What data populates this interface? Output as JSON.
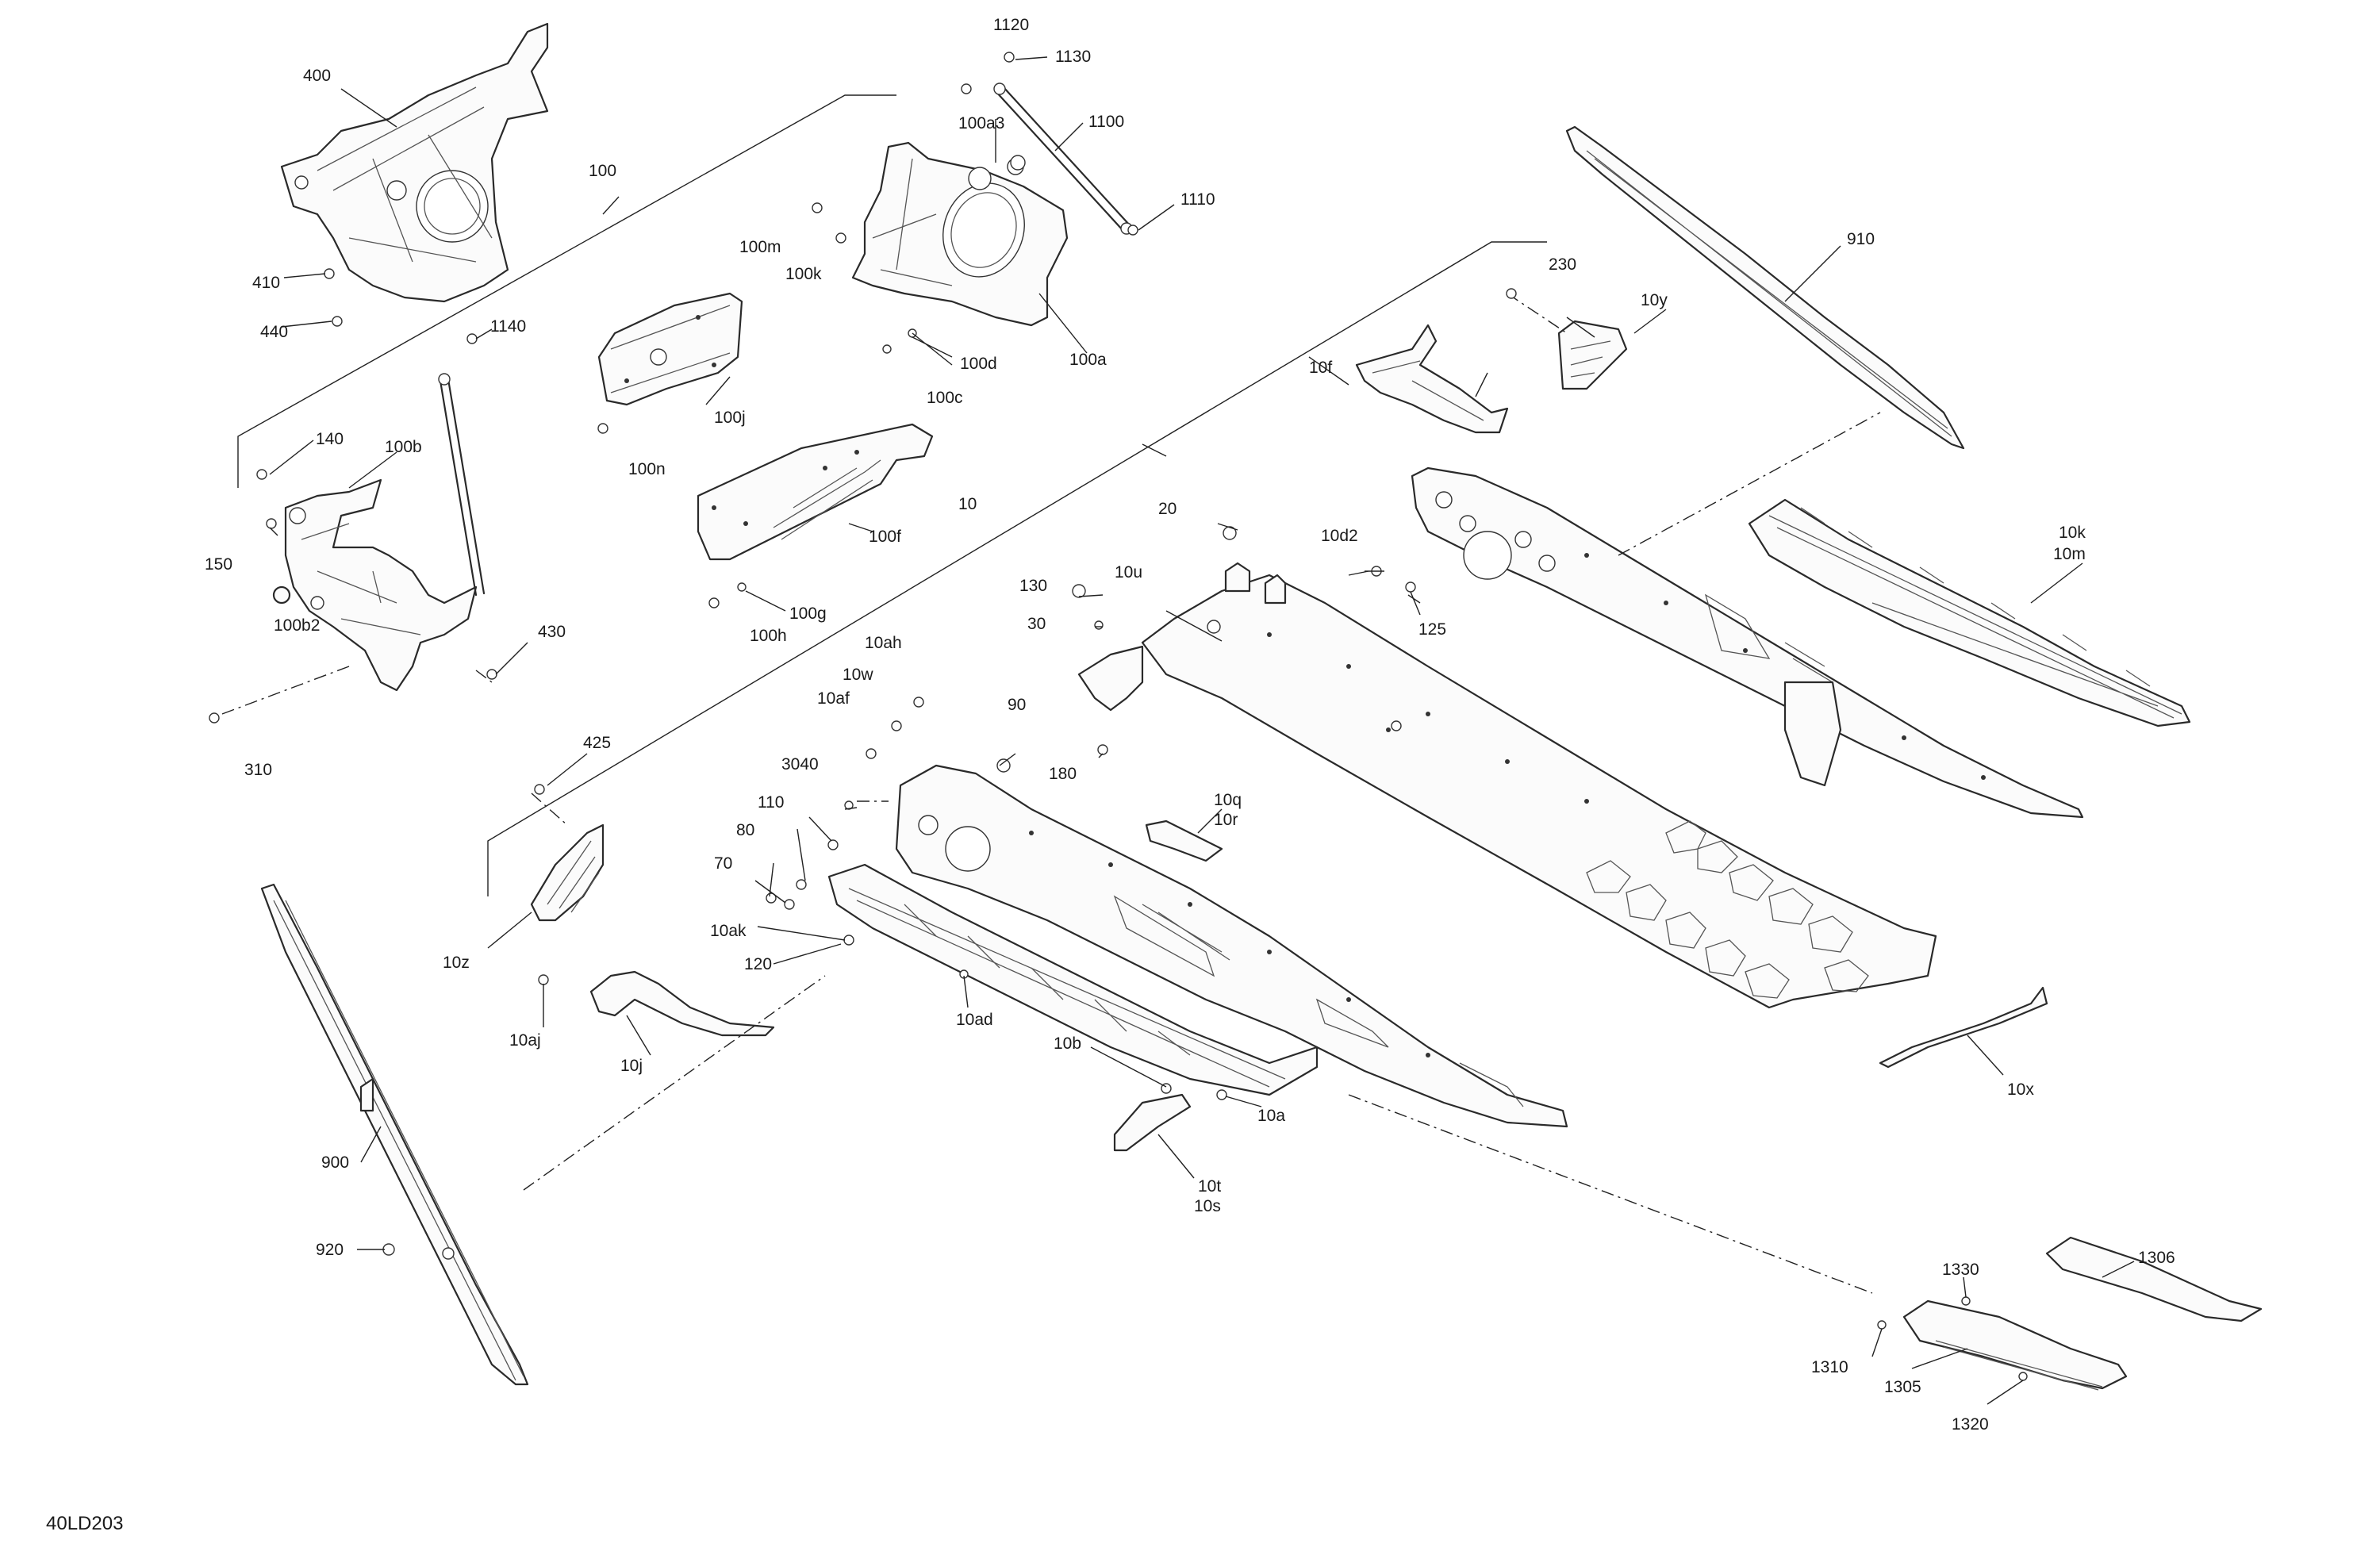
{
  "diagram_code": "40LD203",
  "parts": {
    "p400": "400",
    "p100": "100",
    "p410": "410",
    "p440": "440",
    "p1120": "1120",
    "p1130": "1130",
    "p100a3": "100a3",
    "p1100": "1100",
    "p1110": "1110",
    "p100m": "100m",
    "p100k": "100k",
    "p100d": "100d",
    "p100a": "100a",
    "p100c": "100c",
    "p230": "230",
    "p910": "910",
    "p10y": "10y",
    "p10f": "10f",
    "p1140": "1140",
    "p140": "140",
    "p100b": "100b",
    "p150": "150",
    "p100b2": "100b2",
    "p430": "430",
    "p310": "310",
    "p100j": "100j",
    "p100n": "100n",
    "p100f": "100f",
    "p100g": "100g",
    "p100h": "100h",
    "p10": "10",
    "p20": "20",
    "p10d2": "10d2",
    "p125": "125",
    "p10k": "10k",
    "p10m": "10m",
    "p130": "130",
    "p10u": "10u",
    "p30": "30",
    "p180": "180",
    "p10ah": "10ah",
    "p10w": "10w",
    "p10af": "10af",
    "p90": "90",
    "p3040": "3040",
    "p110": "110",
    "p80": "80",
    "p70": "70",
    "p10ak": "10ak",
    "p120": "120",
    "p425": "425",
    "p10z": "10z",
    "p10aj": "10aj",
    "p10j": "10j",
    "p10q": "10q",
    "p10r": "10r",
    "p10ad": "10ad",
    "p10b": "10b",
    "p10a": "10a",
    "p10t": "10t",
    "p10s": "10s",
    "p10x": "10x",
    "p900": "900",
    "p920": "920",
    "p1306": "1306",
    "p1330": "1330",
    "p1310": "1310",
    "p1305": "1305",
    "p1320": "1320"
  }
}
